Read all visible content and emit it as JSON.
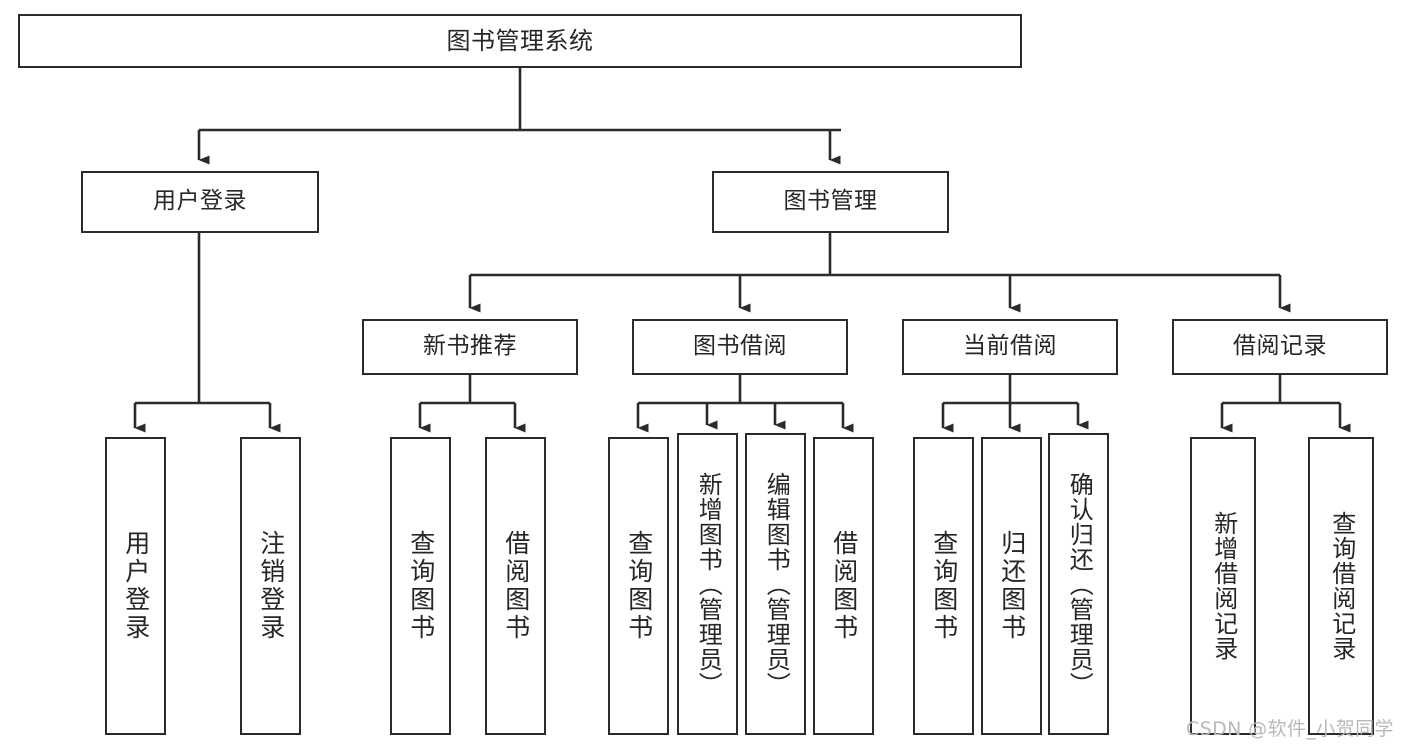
{
  "diagram": {
    "type": "tree",
    "title": "图书管理系统",
    "orientation": "top-down",
    "edge_style": "orthogonal-arrow",
    "colors": {
      "box_border": "#2b2b2b",
      "box_fill": "#ffffff",
      "line": "#2b2b2b",
      "text": "#262626",
      "watermark": "#b9b9b9",
      "background": "#ffffff"
    }
  },
  "root": {
    "label": "图书管理系统"
  },
  "level2": [
    {
      "label": "用户登录"
    },
    {
      "label": "图书管理"
    }
  ],
  "level3": [
    {
      "label": "新书推荐"
    },
    {
      "label": "图书借阅"
    },
    {
      "label": "当前借阅"
    },
    {
      "label": "借阅记录"
    }
  ],
  "leaves": {
    "user_login": [
      {
        "label": "用户登录"
      },
      {
        "label": "注销登录"
      }
    ],
    "new_book": [
      {
        "label": "查询图书"
      },
      {
        "label": "借阅图书"
      }
    ],
    "borrow": [
      {
        "label": "查询图书"
      },
      {
        "label": "新增图书（管理员）"
      },
      {
        "label": "编辑图书（管理员）"
      },
      {
        "label": "借阅图书"
      }
    ],
    "current": [
      {
        "label": "查询图书"
      },
      {
        "label": "归还图书"
      },
      {
        "label": "确认归还（管理员）"
      }
    ],
    "records": [
      {
        "label": "新增借阅记录"
      },
      {
        "label": "查询借阅记录"
      }
    ]
  },
  "watermark": {
    "text": "CSDN @软件_小贺同学"
  }
}
